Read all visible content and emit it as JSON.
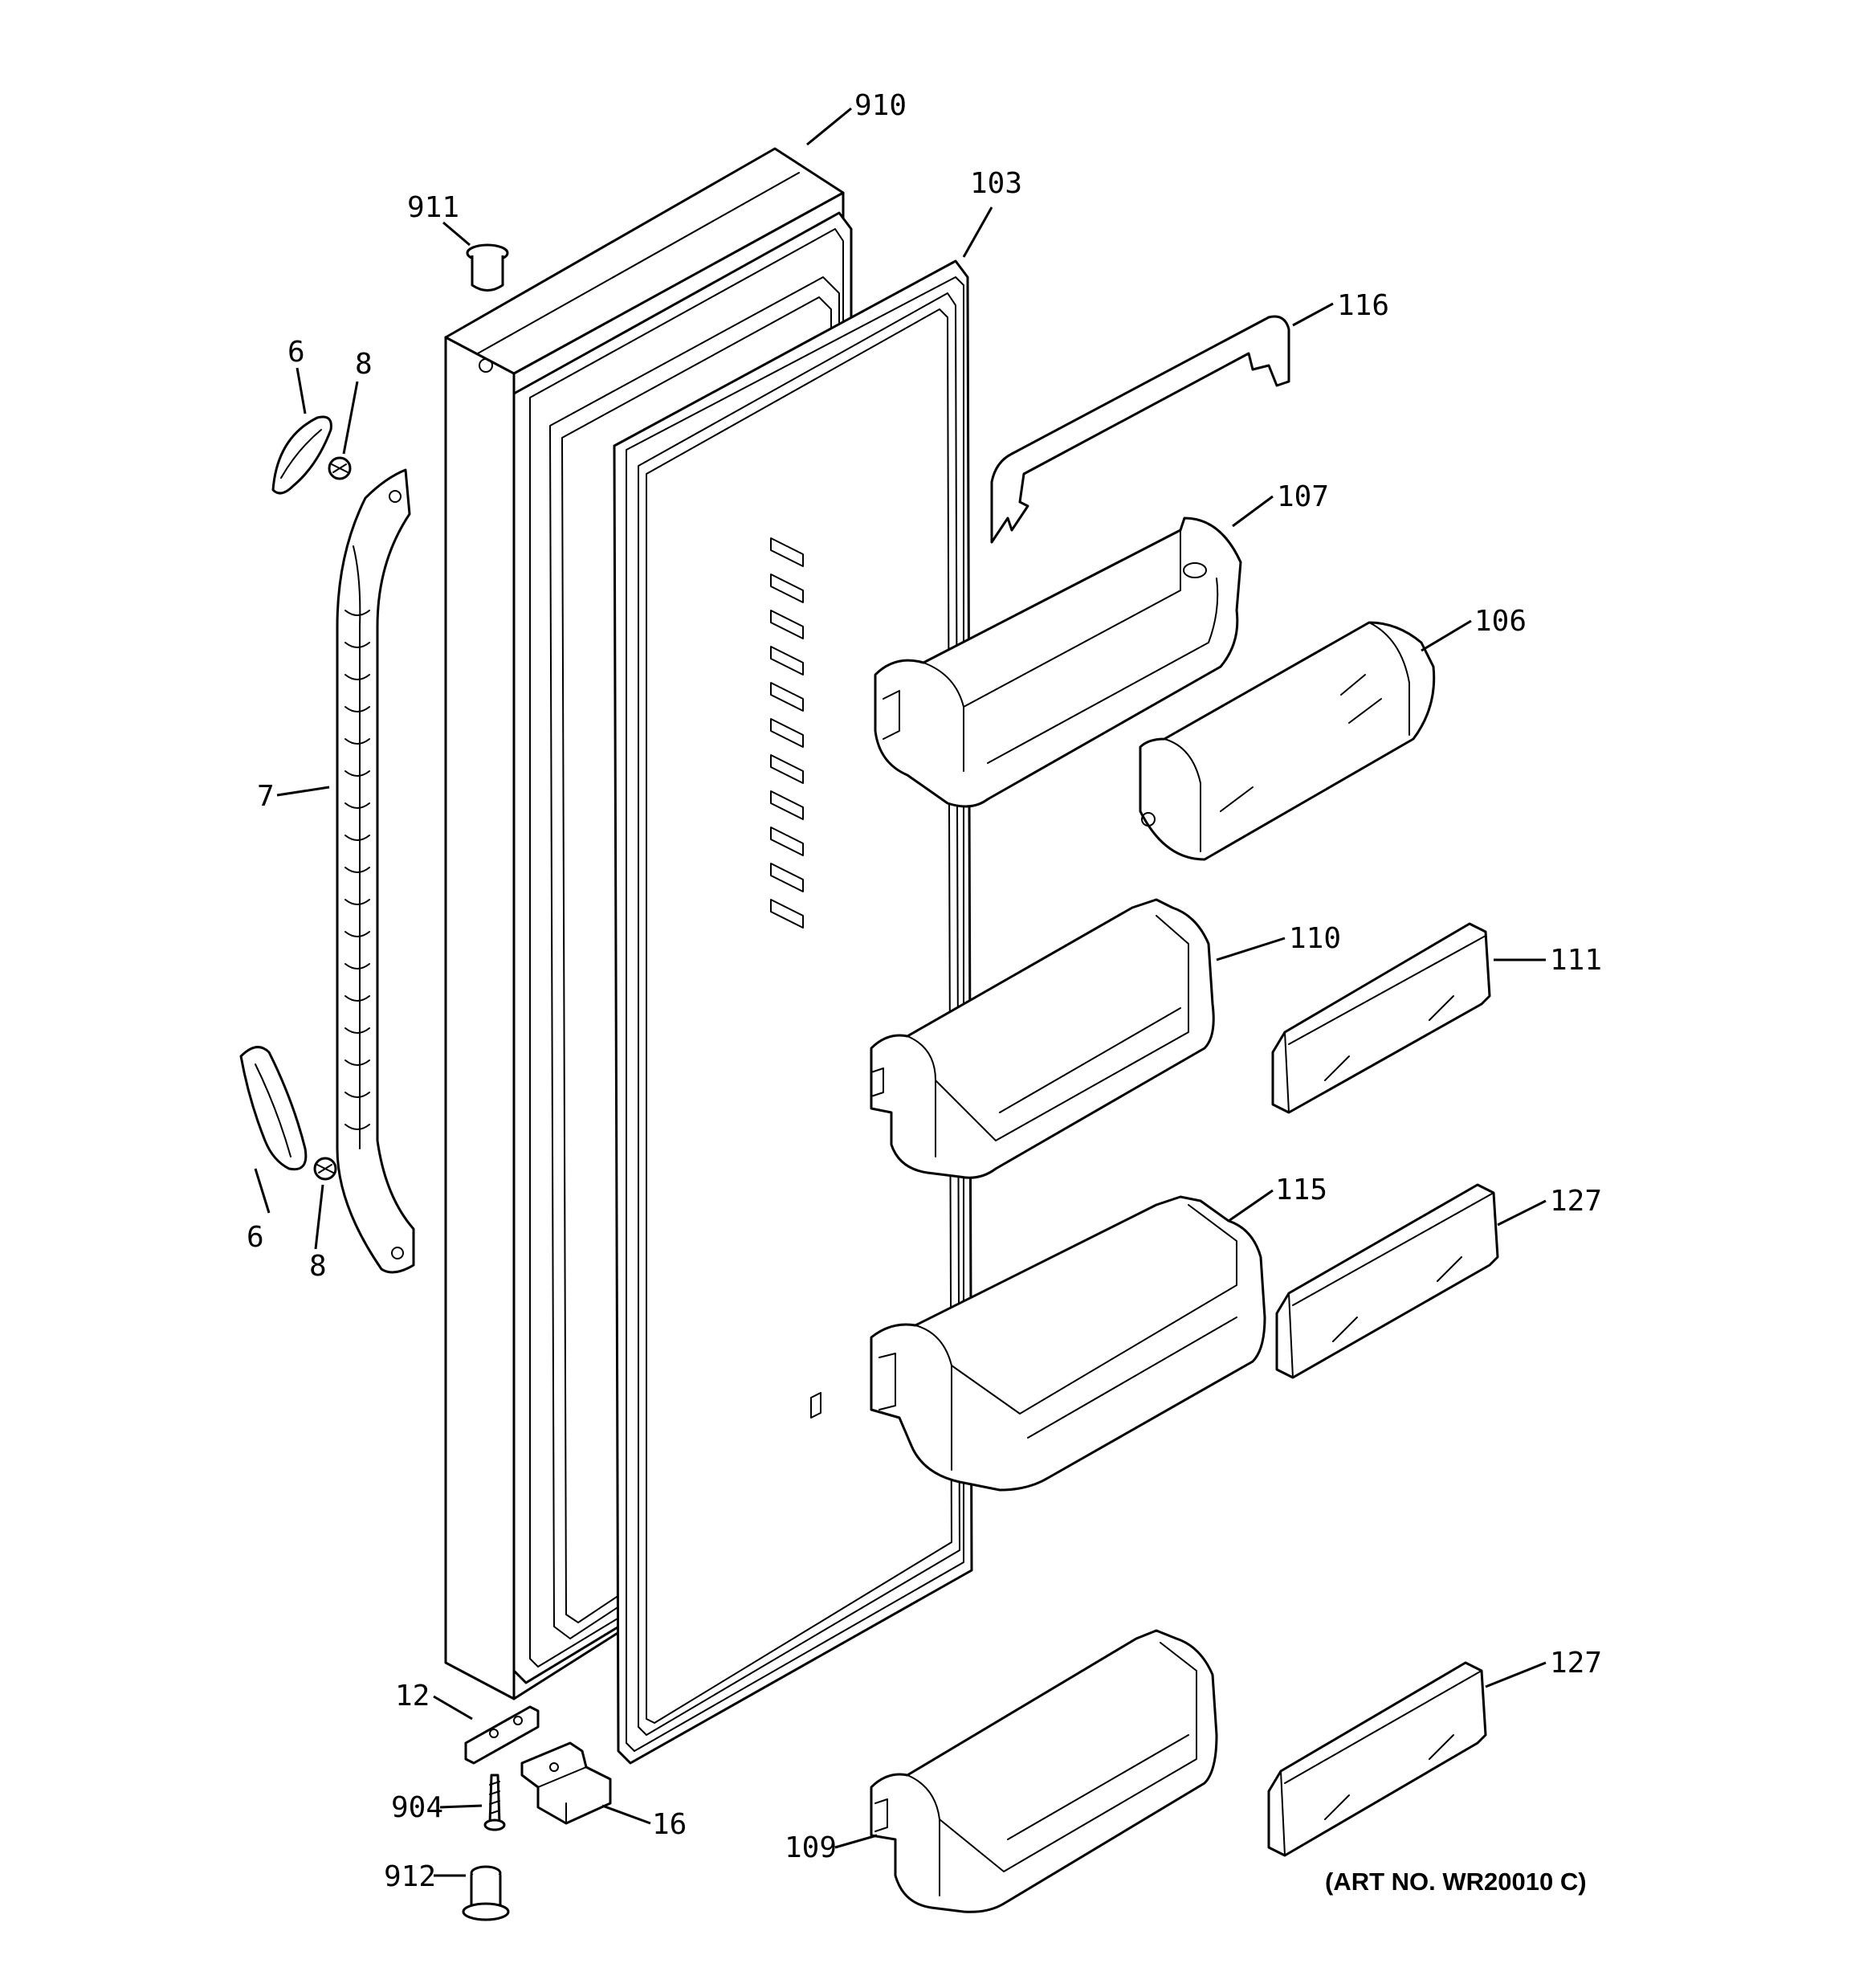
{
  "callouts": [
    {
      "id": "label-910",
      "text": "910"
    },
    {
      "id": "label-911",
      "text": "911"
    },
    {
      "id": "label-103",
      "text": "103"
    },
    {
      "id": "label-116",
      "text": "116"
    },
    {
      "id": "label-6-top",
      "text": "6"
    },
    {
      "id": "label-8-top",
      "text": "8"
    },
    {
      "id": "label-107",
      "text": "107"
    },
    {
      "id": "label-106",
      "text": "106"
    },
    {
      "id": "label-7",
      "text": "7"
    },
    {
      "id": "label-110",
      "text": "110"
    },
    {
      "id": "label-111",
      "text": "111"
    },
    {
      "id": "label-115",
      "text": "115"
    },
    {
      "id": "label-127-mid",
      "text": "127"
    },
    {
      "id": "label-6-bottom",
      "text": "6"
    },
    {
      "id": "label-8-bottom",
      "text": "8"
    },
    {
      "id": "label-127-bottom",
      "text": "127"
    },
    {
      "id": "label-12",
      "text": "12"
    },
    {
      "id": "label-904",
      "text": "904"
    },
    {
      "id": "label-16",
      "text": "16"
    },
    {
      "id": "label-912",
      "text": "912"
    },
    {
      "id": "label-109",
      "text": "109"
    }
  ],
  "art_number": "(ART NO. WR20010 C)"
}
